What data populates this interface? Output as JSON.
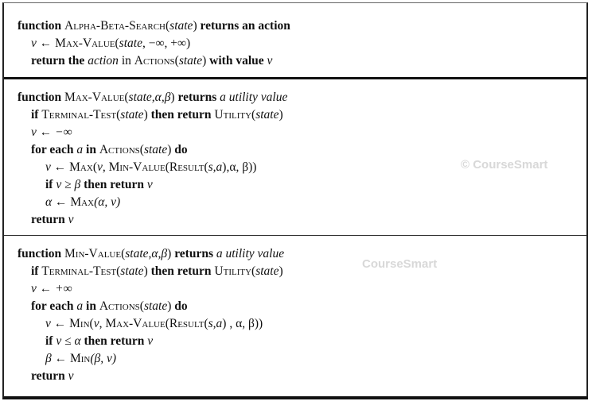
{
  "watermark": {
    "text_1": "© CourseSmart",
    "text_2": "CourseSmart"
  },
  "alpha_beta": {
    "header": {
      "kw_function": "function",
      "name": "Alpha-Beta-Search",
      "param_open": "(",
      "param": "state",
      "param_close": ")",
      "kw_returns": "returns an action"
    },
    "line_1": {
      "var": "v",
      "arrow": " ← ",
      "fn": "Max-Value",
      "open": "(",
      "arg": "state",
      "rest": ", −∞, +∞)"
    },
    "line_2": {
      "kw_return": "return the",
      "action": "action",
      "in": "in",
      "fn": "Actions",
      "open": "(",
      "arg": "state",
      "close": ")",
      "with_value": "with value",
      "var": "v"
    }
  },
  "max_value": {
    "header": {
      "kw_function": "function",
      "name": "Max-Value",
      "open": "(",
      "params": "state,α,β",
      "close": ")",
      "kw_returns": "returns",
      "ret_type": "a utility value"
    },
    "l1": {
      "kw_if": "if",
      "fn": "Terminal-Test",
      "open": "(",
      "arg": "state",
      "close": ")",
      "kw_then": "then return",
      "fn2": "Utility",
      "open2": "(",
      "arg2": "state",
      "close2": ")"
    },
    "l2": {
      "text": "v ← −∞"
    },
    "l3": {
      "kw": "for each",
      "var": "a",
      "kw_in": "in",
      "fn": "Actions",
      "open": "(",
      "arg": "state",
      "close": ")",
      "kw_do": "do"
    },
    "l4": {
      "var": "v",
      "arrow": " ← ",
      "fn1": "Max",
      "p1": "(",
      "v": "v",
      "comma1": ", ",
      "fn2": "Min-Value",
      "p2": "(",
      "fn3": "Result",
      "p3": "(",
      "args": "s,a",
      "tail": "),α, β))"
    },
    "l5": {
      "kw_if": "if",
      "cond": "v ≥ β",
      "kw_then": "then return",
      "var": "v"
    },
    "l6": {
      "var": "α",
      "arrow": " ← ",
      "fn": "Max",
      "args": "(α, v)"
    },
    "l7": {
      "kw_return": "return",
      "var": "v"
    }
  },
  "min_value": {
    "header": {
      "kw_function": "function",
      "name": "Min-Value",
      "open": "(",
      "params": "state,α,β",
      "close": ")",
      "kw_returns": "returns",
      "ret_type": "a utility value"
    },
    "l1": {
      "kw_if": "if",
      "fn": "Terminal-Test",
      "open": "(",
      "arg": "state",
      "close": ")",
      "kw_then": "then return",
      "fn2": "Utility",
      "open2": "(",
      "arg2": "state",
      "close2": ")"
    },
    "l2": {
      "text": "v ← +∞"
    },
    "l3": {
      "kw": "for each",
      "var": "a",
      "kw_in": "in",
      "fn": "Actions",
      "open": "(",
      "arg": "state",
      "close": ")",
      "kw_do": "do"
    },
    "l4": {
      "var": "v",
      "arrow": " ← ",
      "fn1": "Min",
      "p1": "(",
      "v": "v",
      "comma1": ", ",
      "fn2": "Max-Value",
      "p2": "(",
      "fn3": "Result",
      "p3": "(",
      "args": "s,a",
      "tail": ") , α, β))"
    },
    "l5": {
      "kw_if": "if",
      "cond": "v ≤ α",
      "kw_then": "then return",
      "var": "v"
    },
    "l6": {
      "var": "β",
      "arrow": " ← ",
      "fn": "Min",
      "args": "(β, v)"
    },
    "l7": {
      "kw_return": "return",
      "var": "v"
    }
  }
}
